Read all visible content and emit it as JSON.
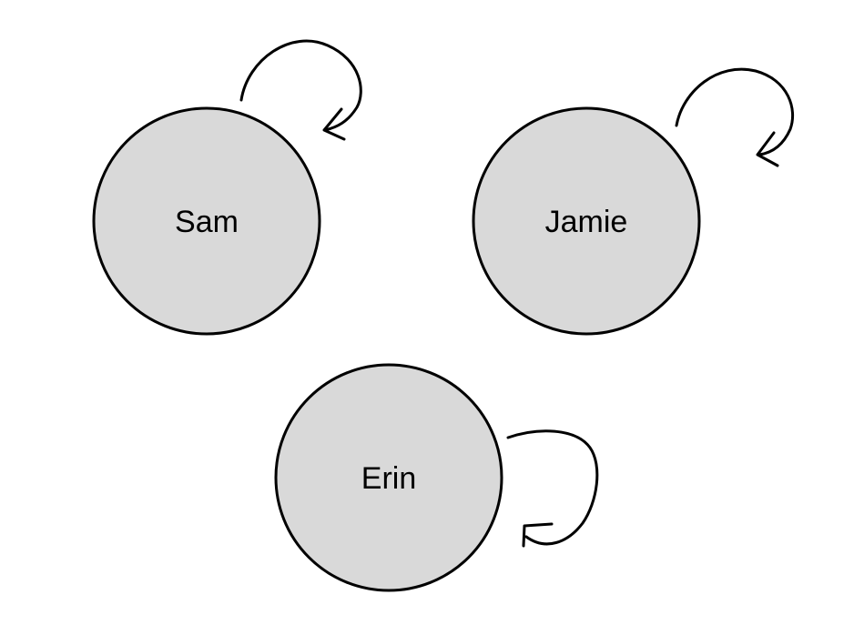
{
  "diagram": {
    "style": {
      "node_fill": "#d9d9d9",
      "node_stroke": "#000000",
      "edge_stroke": "#000000",
      "background": "#ffffff"
    },
    "nodes": [
      {
        "id": "sam",
        "label": "Sam"
      },
      {
        "id": "jamie",
        "label": "Jamie"
      },
      {
        "id": "erin",
        "label": "Erin"
      }
    ],
    "edges": [
      {
        "from": "sam",
        "to": "sam",
        "type": "self-loop"
      },
      {
        "from": "jamie",
        "to": "jamie",
        "type": "self-loop"
      },
      {
        "from": "erin",
        "to": "erin",
        "type": "self-loop"
      }
    ]
  }
}
